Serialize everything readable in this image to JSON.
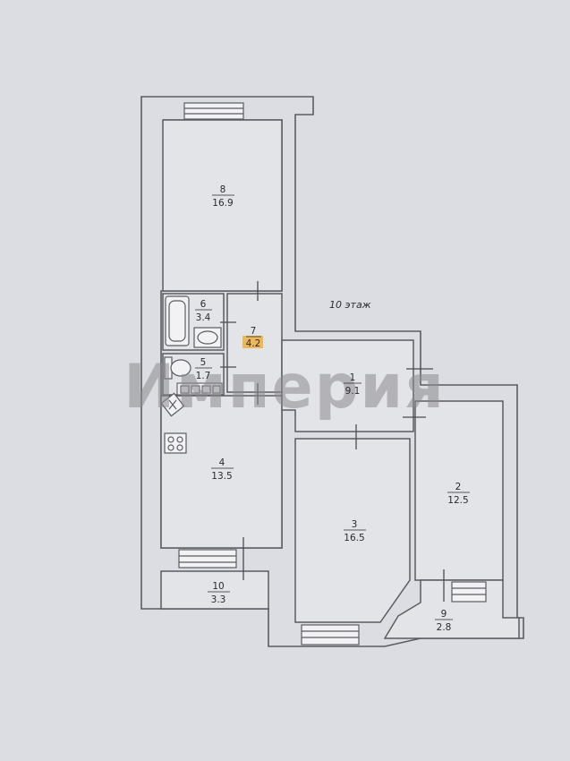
{
  "floor_label": "10 этаж",
  "watermark": "Империя",
  "colors": {
    "background": "#dcdde2",
    "wall": "#5b5c62",
    "floor": "#e3e4e8",
    "highlight": "#f0b040",
    "watermark": "#8c8c90"
  },
  "rooms": [
    {
      "number": "1",
      "area": "9.1"
    },
    {
      "number": "2",
      "area": "12.5"
    },
    {
      "number": "3",
      "area": "16.5"
    },
    {
      "number": "4",
      "area": "13.5"
    },
    {
      "number": "5",
      "area": "1.7"
    },
    {
      "number": "6",
      "area": "3.4"
    },
    {
      "number": "7",
      "area": "4.2"
    },
    {
      "number": "8",
      "area": "16.9"
    },
    {
      "number": "9",
      "area": "2.8"
    },
    {
      "number": "10",
      "area": "3.3"
    }
  ],
  "icons": {
    "bathtub": "bathtub-icon",
    "sink": "sink-icon",
    "toilet": "toilet-icon",
    "stove": "stove-icon",
    "kitchen_sink": "kitchen-sink-icon",
    "counter": "kitchen-counter-icon",
    "window": "window-icon",
    "door": "door-icon"
  }
}
